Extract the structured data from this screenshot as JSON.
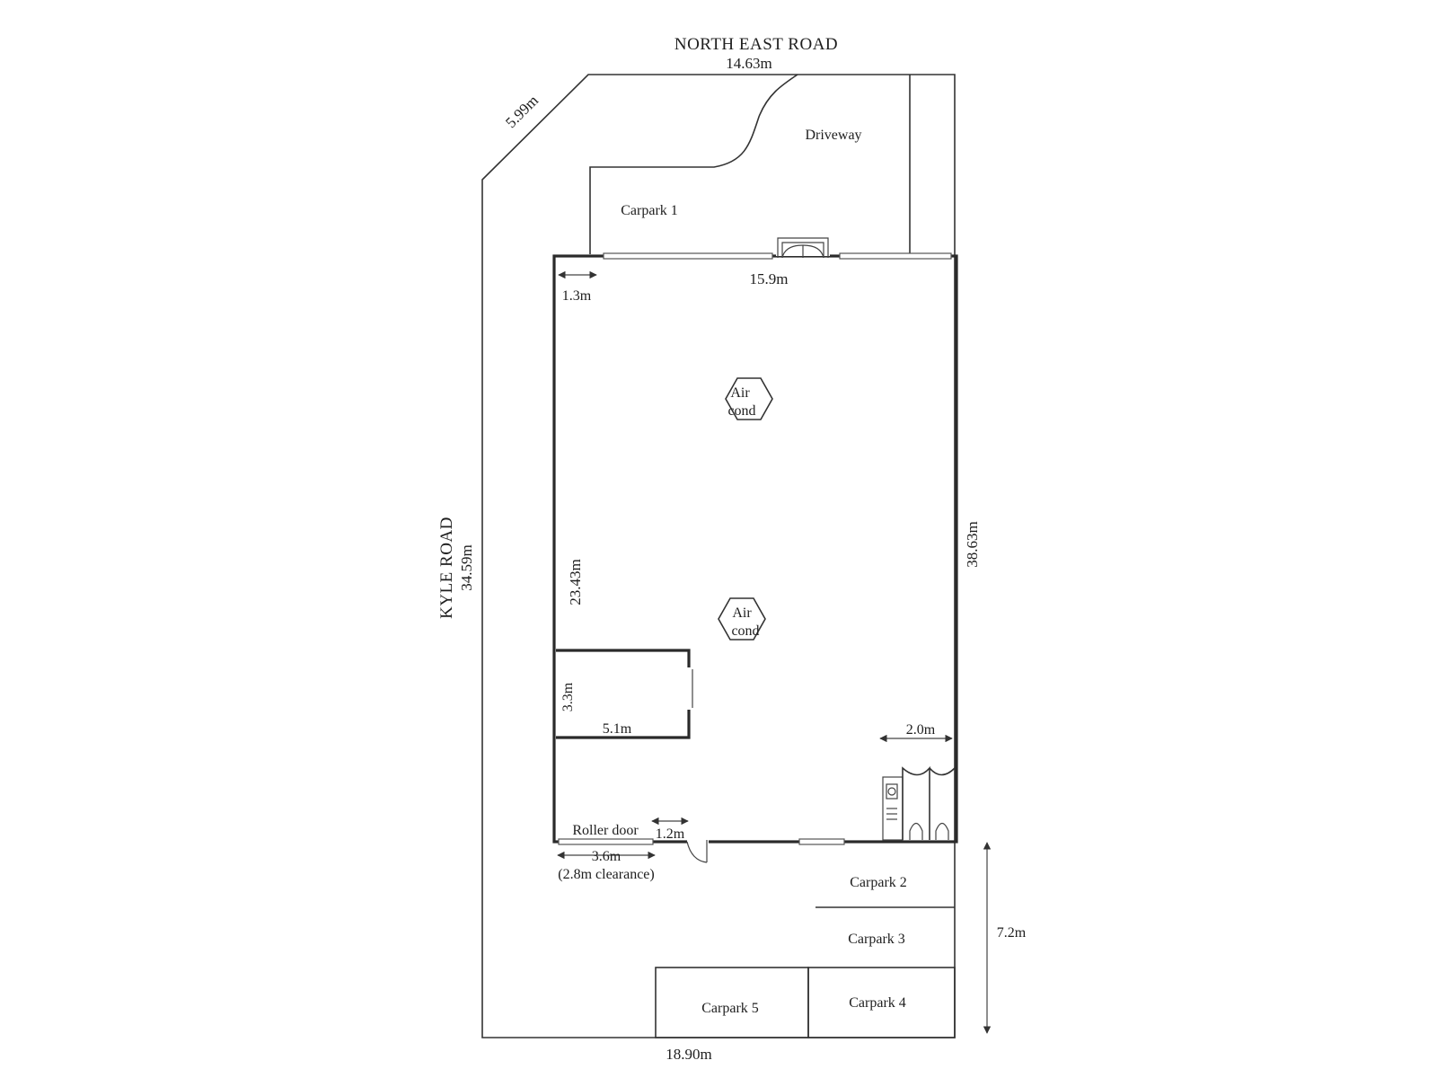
{
  "roads": {
    "north": "NORTH EAST ROAD",
    "west": "KYLE ROAD"
  },
  "dimensions": {
    "north_boundary": "14.63m",
    "diagonal": "5.99m",
    "west_boundary": "34.59m",
    "building_front": "15.9m",
    "front_offset": "1.3m",
    "east_wall": "38.63m",
    "interior_length": "23.43m",
    "office_depth": "3.3m",
    "office_width": "5.1m",
    "amenities_width": "2.0m",
    "door_offset": "1.2m",
    "roller_door_width": "3.6m",
    "roller_door_clearance": "(2.8m clearance)",
    "rear_carparks": "7.2m",
    "south_boundary": "18.90m"
  },
  "labels": {
    "driveway": "Driveway",
    "carpark_1": "Carpark 1",
    "carpark_2": "Carpark 2",
    "carpark_3": "Carpark 3",
    "carpark_4": "Carpark 4",
    "carpark_5": "Carpark 5",
    "roller_door": "Roller door",
    "air_cond_1_line1": "Air",
    "air_cond_1_line2": "cond",
    "air_cond_2_line1": "Air",
    "air_cond_2_line2": "cond"
  },
  "symbols": {
    "air_cond": "hexagon",
    "arrow": "double-headed-arrow"
  },
  "colors": {
    "line": "#333333",
    "text": "#1e1e1e",
    "background": "#ffffff"
  }
}
